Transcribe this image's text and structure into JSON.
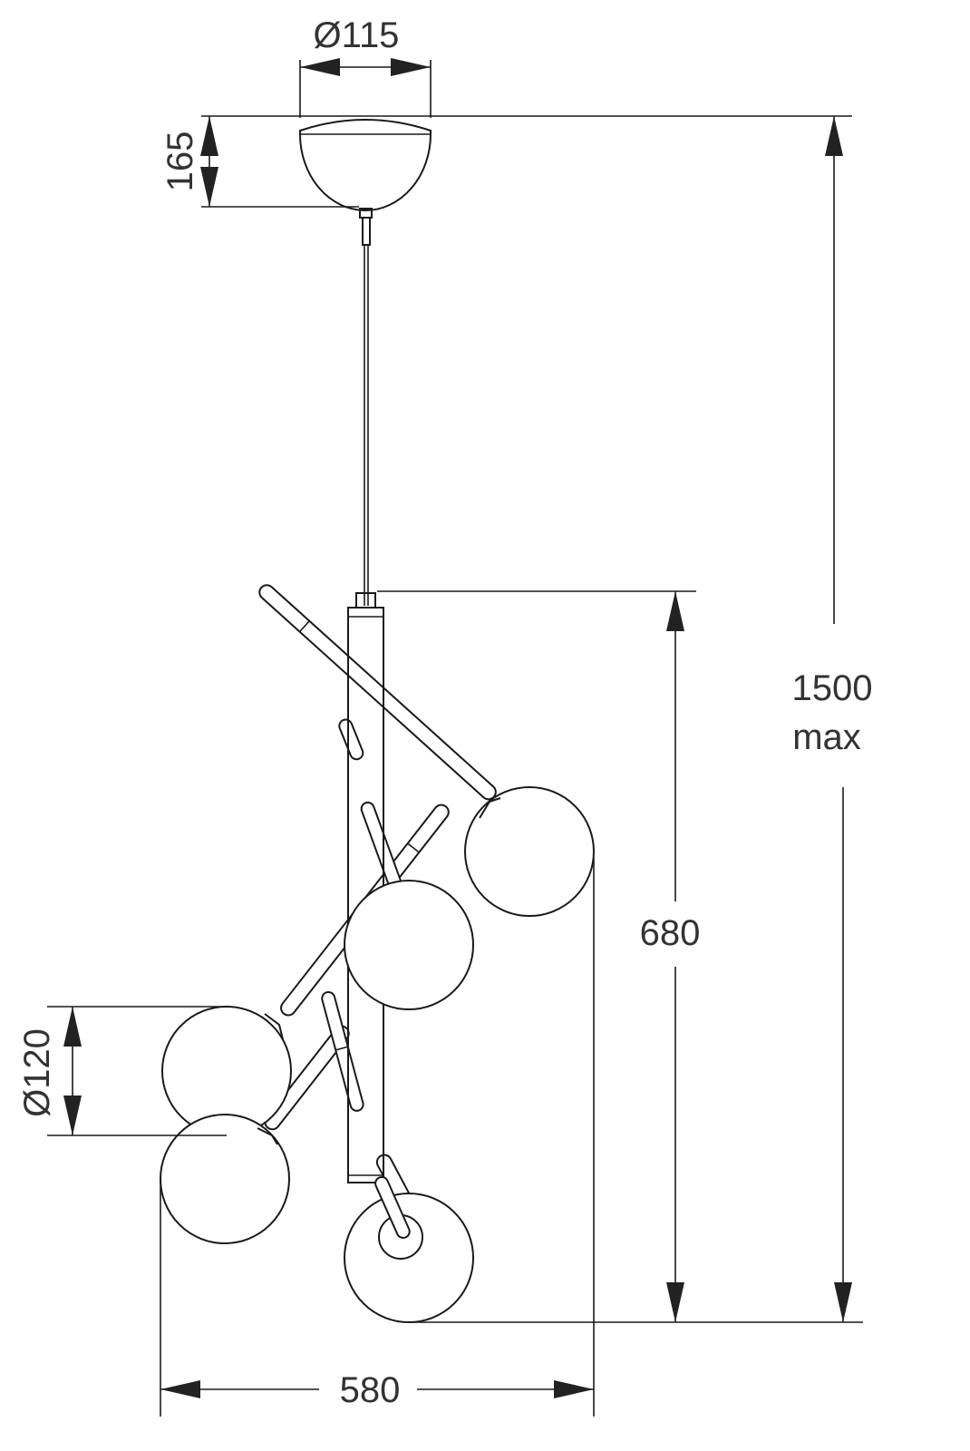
{
  "dimensions": {
    "canopy_diameter": "Ø115",
    "canopy_height": "165",
    "total_height": "1500",
    "total_height_suffix": "max",
    "body_height": "680",
    "globe_diameter": "Ø120",
    "total_width": "580"
  },
  "colors": {
    "line": "#1a1a1a",
    "text": "#333333",
    "background": "#ffffff"
  }
}
